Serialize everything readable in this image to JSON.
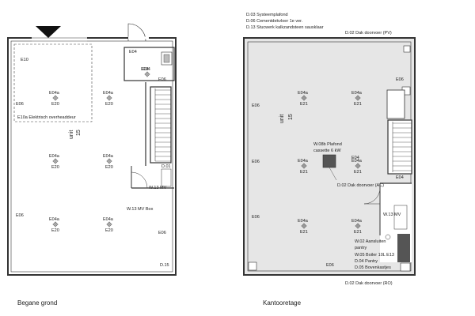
{
  "plans": [
    {
      "id": "ground",
      "caption": "Begane grond",
      "unit_label": "unit",
      "unit_number": "15",
      "labels": {
        "e10": "E10",
        "e10a": "E10a Elektrisch overheaddeur",
        "w13": "W.13 MV Box",
        "w13b": "W.13 MV",
        "d01": "D.01",
        "d15": "D.15"
      },
      "fixture": {
        "top": "E04a",
        "bottom": "E20"
      },
      "sockets": [
        "E06",
        "E06",
        "E06",
        "E06"
      ],
      "switches": [
        "E04",
        "E04"
      ]
    },
    {
      "id": "office",
      "caption": "Kantooretage",
      "notes": [
        "D.03 Systeemplafond",
        "D.06 Cementdekvloer 1e ver.",
        "D.13 Stucwerk kalkzandsteen sausklaar"
      ],
      "unit_label": "unit",
      "unit_number": "15",
      "labels": {
        "d02_pv": "D.02 Dak doorvoer (PV)",
        "d02_ac": "D.02 Dak doorvoer (AC)",
        "d02_ro": "D.02 Dak doorvoer (RO)",
        "w08b_1": "W.08b Plafond",
        "w08b_2": "cassette 6 kW",
        "w13": "W.13 MV",
        "w02_1": "W.02 Aansluiten",
        "w02_2": "pantry",
        "w05": "W.05 Boiler 10L E13",
        "d04": "D.04 Pantry",
        "d05": "D.05 Bovenkastjes",
        "e06b": "E06"
      },
      "fixture": {
        "top": "E04a",
        "bottom": "E21"
      },
      "sockets": [
        "E06",
        "E06",
        "E06",
        "E06"
      ],
      "switches": [
        "E04",
        "E04"
      ]
    }
  ],
  "colors": {
    "line": "#333333",
    "fill": "#e6e6e6",
    "dark": "#555555"
  }
}
